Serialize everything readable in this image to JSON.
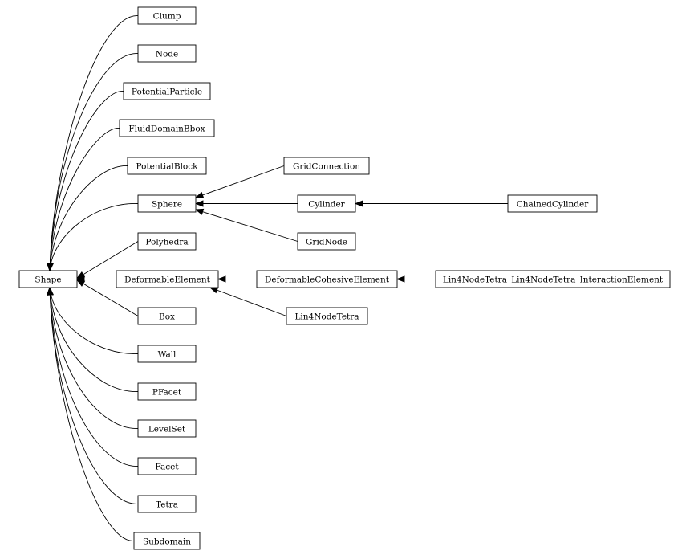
{
  "diagram": {
    "type": "class-inheritance-graph",
    "nodes": [
      {
        "id": "shape",
        "label": "Shape"
      },
      {
        "id": "clump",
        "label": "Clump"
      },
      {
        "id": "node",
        "label": "Node"
      },
      {
        "id": "potentialparticle",
        "label": "PotentialParticle"
      },
      {
        "id": "fluiddomainbbox",
        "label": "FluidDomainBbox"
      },
      {
        "id": "potentialblock",
        "label": "PotentialBlock"
      },
      {
        "id": "sphere",
        "label": "Sphere"
      },
      {
        "id": "polyhedra",
        "label": "Polyhedra"
      },
      {
        "id": "deformableelement",
        "label": "DeformableElement"
      },
      {
        "id": "box",
        "label": "Box"
      },
      {
        "id": "wall",
        "label": "Wall"
      },
      {
        "id": "pfacet",
        "label": "PFacet"
      },
      {
        "id": "levelset",
        "label": "LevelSet"
      },
      {
        "id": "facet",
        "label": "Facet"
      },
      {
        "id": "tetra",
        "label": "Tetra"
      },
      {
        "id": "subdomain",
        "label": "Subdomain"
      },
      {
        "id": "gridconnection",
        "label": "GridConnection"
      },
      {
        "id": "cylinder",
        "label": "Cylinder"
      },
      {
        "id": "gridnode",
        "label": "GridNode"
      },
      {
        "id": "deformablecohesiveelement",
        "label": "DeformableCohesiveElement"
      },
      {
        "id": "lin4nodetetra",
        "label": "Lin4NodeTetra"
      },
      {
        "id": "chainedcylinder",
        "label": "ChainedCylinder"
      },
      {
        "id": "lin4nodetetra_interaction",
        "label": "Lin4NodeTetra_Lin4NodeTetra_InteractionElement"
      }
    ],
    "edges": [
      {
        "from": "clump",
        "to": "shape"
      },
      {
        "from": "node",
        "to": "shape"
      },
      {
        "from": "potentialparticle",
        "to": "shape"
      },
      {
        "from": "fluiddomainbbox",
        "to": "shape"
      },
      {
        "from": "potentialblock",
        "to": "shape"
      },
      {
        "from": "sphere",
        "to": "shape"
      },
      {
        "from": "polyhedra",
        "to": "shape"
      },
      {
        "from": "deformableelement",
        "to": "shape"
      },
      {
        "from": "box",
        "to": "shape"
      },
      {
        "from": "wall",
        "to": "shape"
      },
      {
        "from": "pfacet",
        "to": "shape"
      },
      {
        "from": "levelset",
        "to": "shape"
      },
      {
        "from": "facet",
        "to": "shape"
      },
      {
        "from": "tetra",
        "to": "shape"
      },
      {
        "from": "subdomain",
        "to": "shape"
      },
      {
        "from": "gridconnection",
        "to": "sphere"
      },
      {
        "from": "cylinder",
        "to": "sphere"
      },
      {
        "from": "gridnode",
        "to": "sphere"
      },
      {
        "from": "chainedcylinder",
        "to": "cylinder"
      },
      {
        "from": "deformablecohesiveelement",
        "to": "deformableelement"
      },
      {
        "from": "lin4nodetetra",
        "to": "deformableelement"
      },
      {
        "from": "lin4nodetetra_interaction",
        "to": "deformablecohesiveelement"
      }
    ]
  }
}
